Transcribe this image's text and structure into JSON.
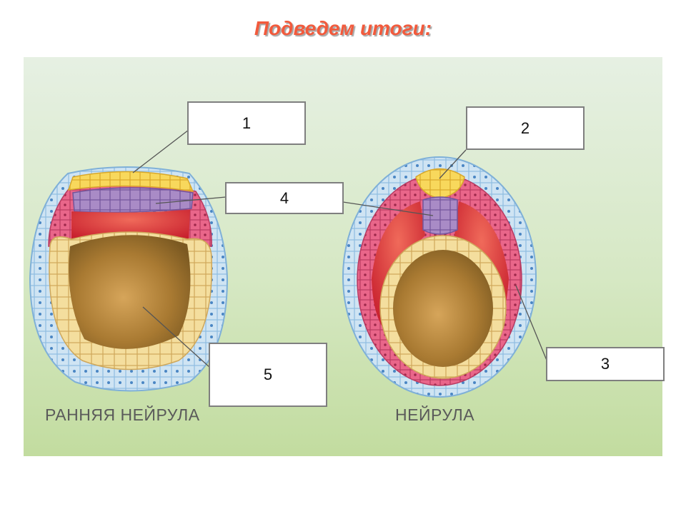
{
  "slide": {
    "title": "Подведем итоги:"
  },
  "diagram": {
    "stages": {
      "early": "РАННЯЯ НЕЙРУЛА",
      "late": "НЕЙРУЛА"
    },
    "labels": [
      "1",
      "2",
      "3",
      "4",
      "5"
    ],
    "colors": {
      "ectoderm": "#cfe3f2",
      "neural_plate": "#f7d85a",
      "chordamesoderm": "#a98bc6",
      "mesoderm": "#e2557a",
      "mesoderm_cavity": "#d6343c",
      "endoderm": "#f3dc97",
      "yolk": "#a97a32",
      "title": "#f25a3c"
    }
  }
}
